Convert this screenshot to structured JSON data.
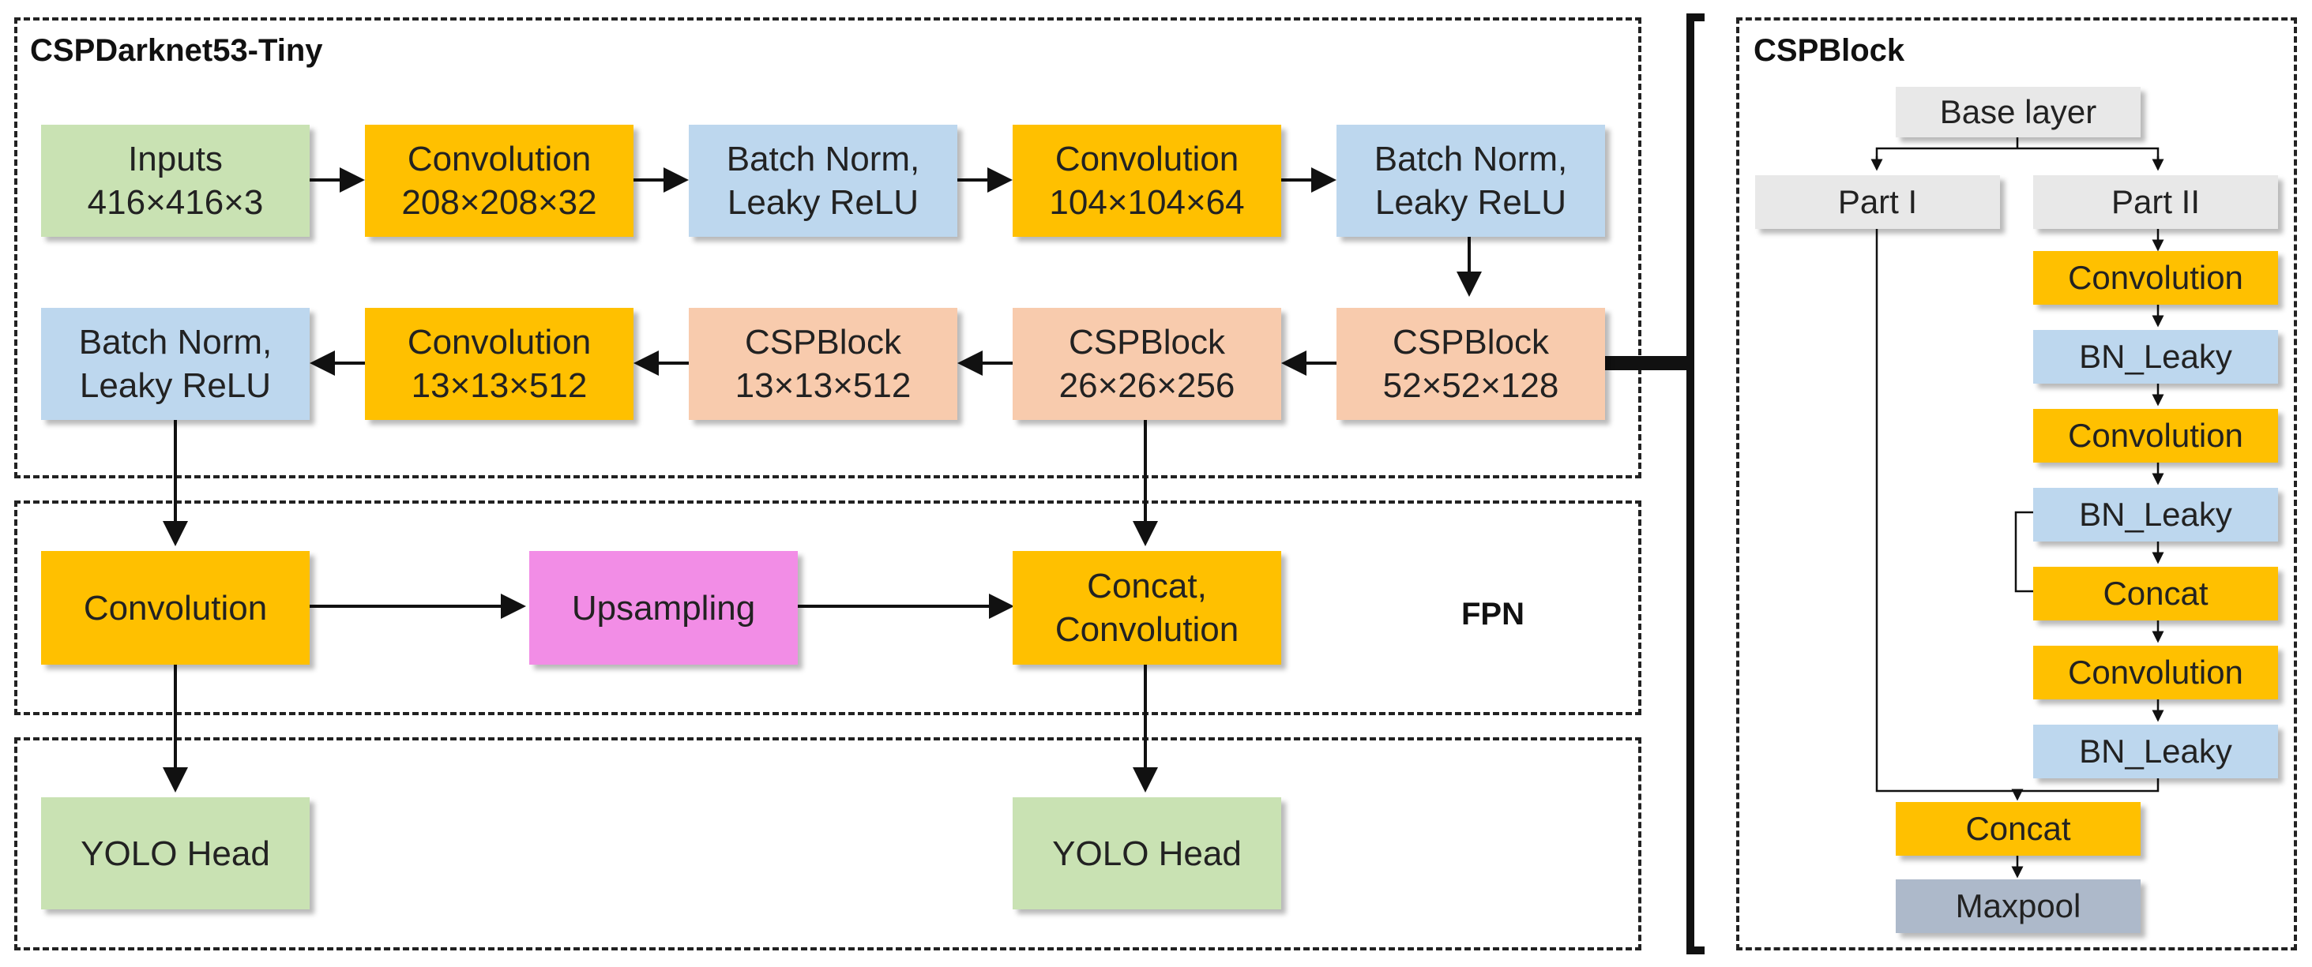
{
  "colors": {
    "green": "#c9e2b3",
    "orange": "#ffc000",
    "blue": "#bdd7ee",
    "salmon": "#f8cbad",
    "magenta": "#f28de6",
    "grey": "#e8e8e8",
    "slate": "#adb9ca"
  },
  "backbone": {
    "title": "CSPDarknet53-Tiny",
    "inputs": "Inputs\n416×416×3",
    "conv1": "Convolution\n208×208×32",
    "bn1": "Batch Norm,\nLeaky ReLU",
    "conv2": "Convolution\n104×104×64",
    "bn2": "Batch Norm,\nLeaky ReLU",
    "csp1": "CSPBlock\n52×52×128",
    "csp2": "CSPBlock\n26×26×256",
    "csp3": "CSPBlock\n13×13×512",
    "conv3": "Convolution\n13×13×512",
    "bn3": "Batch Norm,\nLeaky ReLU"
  },
  "fpn": {
    "title": "FPN",
    "conv": "Convolution",
    "upsampling": "Upsampling",
    "concat": "Concat,\nConvolution"
  },
  "heads": {
    "head1": "YOLO Head",
    "head2": "YOLO Head"
  },
  "cspblock": {
    "title": "CSPBlock",
    "base": "Base layer",
    "part1": "Part I",
    "part2": "Part II",
    "conv_a": "Convolution",
    "bn_a": "BN_Leaky",
    "conv_b": "Convolution",
    "bn_b": "BN_Leaky",
    "concat_inner": "Concat",
    "conv_c": "Convolution",
    "bn_c": "BN_Leaky",
    "concat_outer": "Concat",
    "maxpool": "Maxpool"
  }
}
